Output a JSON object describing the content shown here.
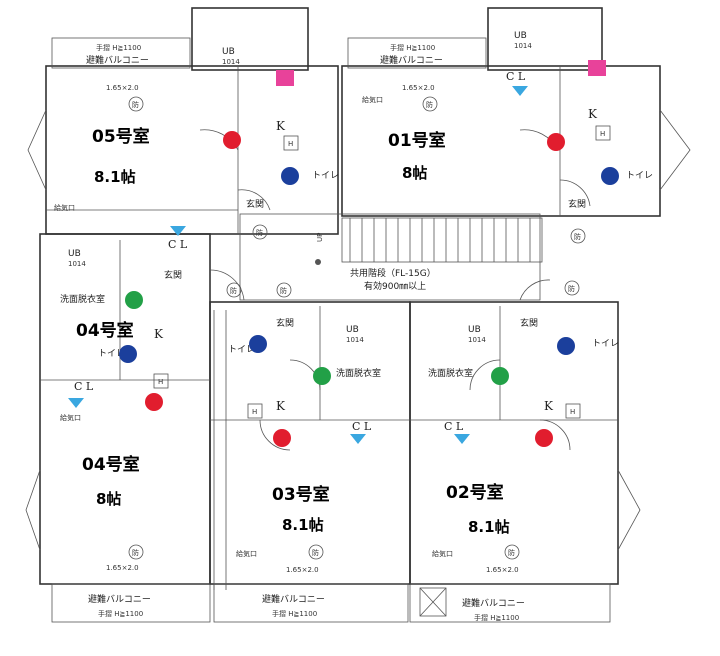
{
  "rooms": {
    "r05": {
      "number": "05号室",
      "size": "8.1帖"
    },
    "r01": {
      "number": "01号室",
      "size": "8帖"
    },
    "r04": {
      "number": "04号室",
      "size": "8帖"
    },
    "r04b": {
      "number": "04号室"
    },
    "r03": {
      "number": "03号室",
      "size": "8.1帖"
    },
    "r02": {
      "number": "02号室",
      "size": "8.1帖"
    }
  },
  "labels": {
    "handrail_top_left": "手摺 H≧1100",
    "handrail_top_right": "手摺 H≧1100",
    "evac_balcony_top_left": "避難バルコニー",
    "evac_balcony_top_right": "避難バルコニー",
    "evac_balcony_bl": "避難バルコニー",
    "evac_balcony_bm": "避難バルコニー",
    "evac_balcony_br": "避難バルコニー",
    "handrail_bl": "手摺 H≧1100",
    "handrail_bm": "手摺 H≧1100",
    "handrail_br": "手摺 H≧1100",
    "dim_05": "1.65×2.0",
    "dim_01": "1.65×2.0",
    "dim_04": "1.65×2.0",
    "dim_03": "1.65×2.0",
    "dim_02": "1.65×2.0",
    "ub": "UB",
    "ub_size": "1014",
    "cl": "C L",
    "k": "K",
    "genkan": "玄関",
    "toilet": "トイレ",
    "senmen": "洗面脱衣室",
    "senmen_short": "洗面脱衣室",
    "stairs_text": "共用階段（FL-15G）",
    "stairs_sub": "有効900㎜以上",
    "up": "UP",
    "bo": "防",
    "h": "H",
    "vent": "給気口"
  },
  "markers": {
    "red": "#e11d2e",
    "blue": "#1b3f9c",
    "green": "#22a047",
    "pink": "#e8429a",
    "cyan": "#3aa7e0"
  }
}
